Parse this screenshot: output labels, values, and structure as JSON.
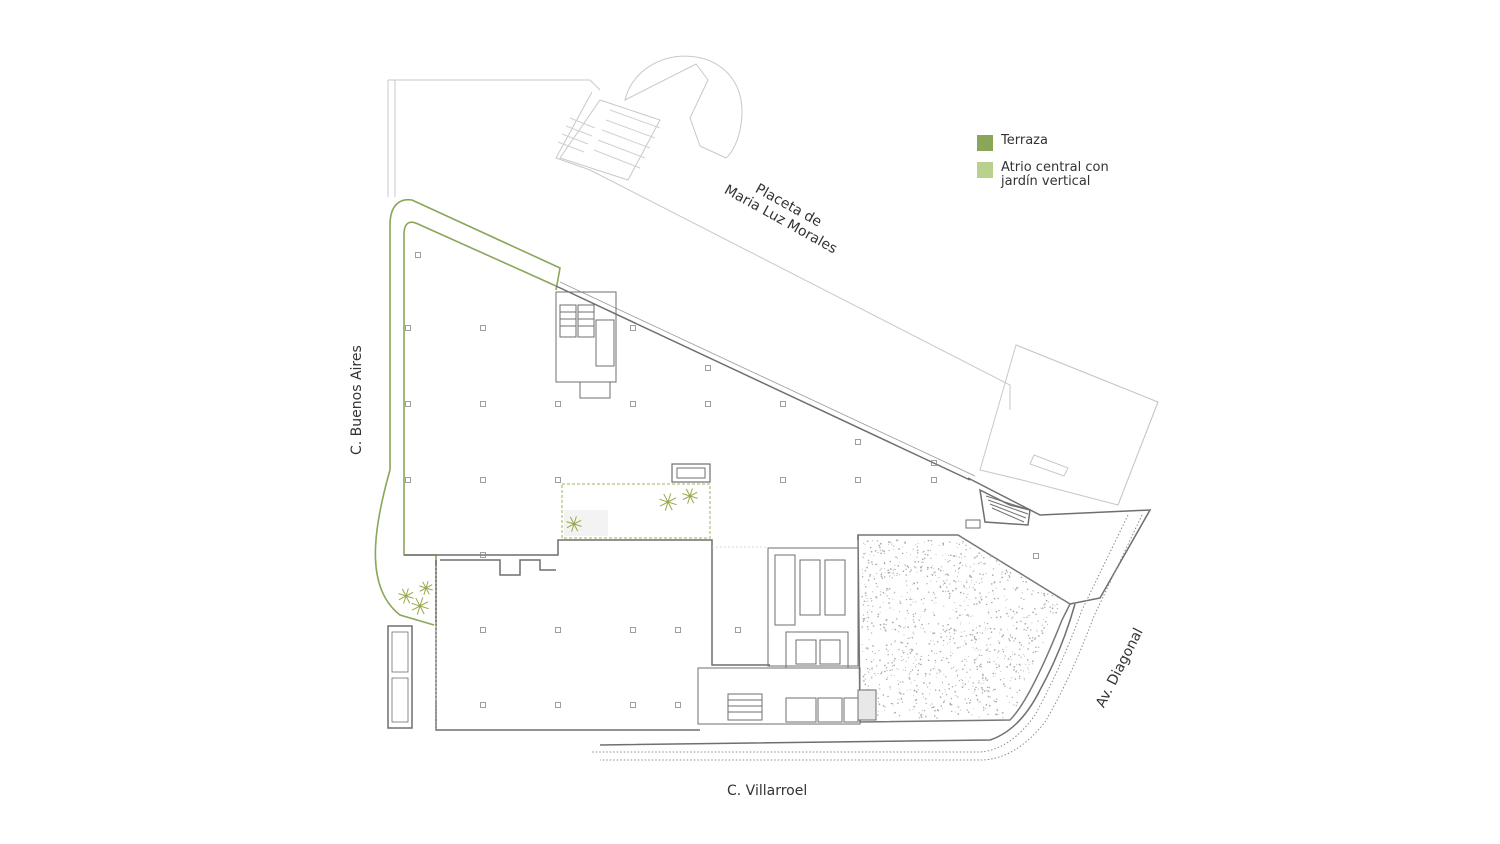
{
  "legend": {
    "items": [
      {
        "label": "Terraza",
        "color": "#8aa65a"
      },
      {
        "label": "Atrio central con\njardín vertical",
        "color": "#b9d08f"
      }
    ]
  },
  "streets": {
    "plaza": "Placeta de\nMaria Luz Morales",
    "buenos_aires": "C. Buenos Aires",
    "diagonal": "Av. Diagonal",
    "villarroel": "C. Villarroel"
  },
  "colors": {
    "line": "#6f6f6f",
    "light_line": "#bdbdbd",
    "terrace": "#8aa65a",
    "atrium": "#b9d08f",
    "plant": "#9aa84a"
  }
}
